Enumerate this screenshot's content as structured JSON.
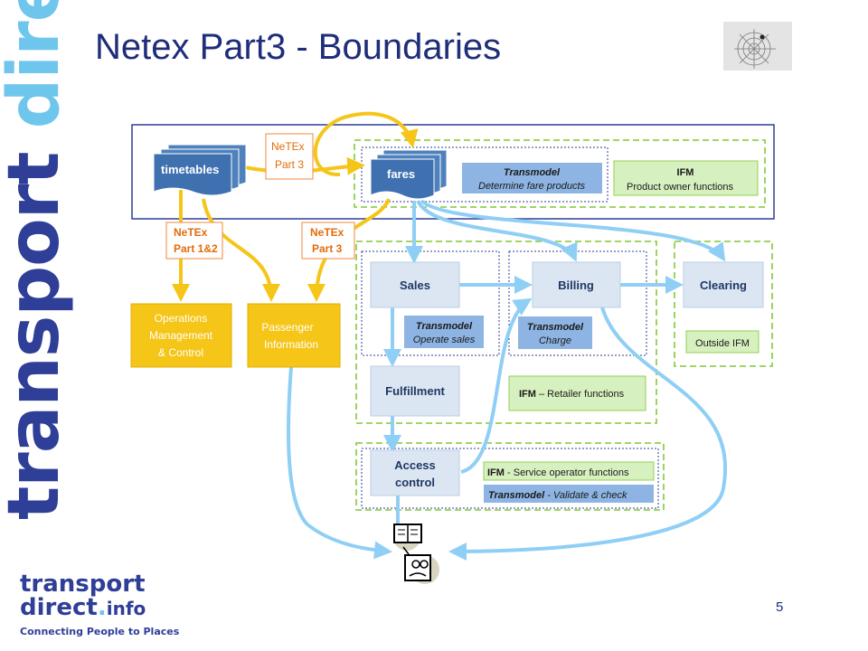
{
  "slide": {
    "title": "Netex Part3 - Boundaries",
    "page_number": "5",
    "side_brand_part1": "transport",
    "side_brand_part2": "direct"
  },
  "logo": {
    "line1": "transport",
    "line2_main": "direct",
    "line2_dot": ".",
    "line2_suffix": "info",
    "tagline": "Connecting People to Places"
  },
  "diagram": {
    "timetables": "timetables",
    "fares": "fares",
    "netex_part3_top": [
      "NeTEx",
      "Part 3"
    ],
    "netex_part12": [
      "NeTEx",
      "Part 1&2"
    ],
    "netex_part3_mid": [
      "NeTEx",
      "Part 3"
    ],
    "transmodel_determine": [
      "Transmodel",
      "Determine fare products"
    ],
    "ifm_product": [
      "IFM",
      "Product owner functions"
    ],
    "operations": [
      "Operations",
      "Management",
      "& Control"
    ],
    "passenger": [
      "Passenger",
      "Information"
    ],
    "sales": "Sales",
    "billing": "Billing",
    "clearing": "Clearing",
    "transmodel_operate": [
      "Transmodel",
      "Operate sales"
    ],
    "transmodel_charge": [
      "Transmodel",
      "Charge"
    ],
    "outside_ifm": "Outside IFM",
    "fulfillment": "Fulfillment",
    "ifm_retailer": [
      "IFM",
      " – Retailer functions"
    ],
    "access_control": [
      "Access",
      "control"
    ],
    "ifm_service": [
      "IFM",
      " - Service operator functions"
    ],
    "transmodel_validate": [
      "Transmodel",
      " - Validate & check"
    ]
  },
  "colors": {
    "navy": "#1f2d7a",
    "blue_box": "#4f81bd",
    "light_box": "#dce6f2",
    "yellow": "#f5c518",
    "arrow_blue": "#8fcff5",
    "green_dash": "#92d050",
    "green_fill": "#d7f0bf"
  }
}
